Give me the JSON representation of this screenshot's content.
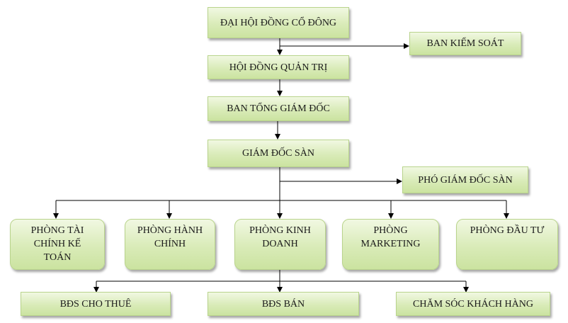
{
  "org_chart": {
    "shareholders": "ĐẠI HỘI ĐỒNG CỔ ĐÔNG",
    "supervisory_board": "BAN KIỂM SOÁT",
    "board_of_directors": "HỘI ĐỒNG QUẢN TRỊ",
    "executive_board": "BAN TỔNG GIÁM ĐỐC",
    "exchange_director": "GIÁM ĐỐC SÀN",
    "deputy_director": "PHÓ GIÁM ĐỐC SÀN",
    "departments": [
      "PHÒNG TÀI\nCHÍNH KẾ\nTOÁN",
      "PHÒNG HÀNH\nCHÍNH",
      "PHÒNG KINH\nDOANH",
      "PHÒNG\nMARKETING",
      "PHÒNG ĐẦU TƯ"
    ],
    "services": [
      "BĐS CHO THUÊ",
      "BĐS BÁN",
      "CHĂM SÓC KHÁCH HÀNG"
    ]
  }
}
